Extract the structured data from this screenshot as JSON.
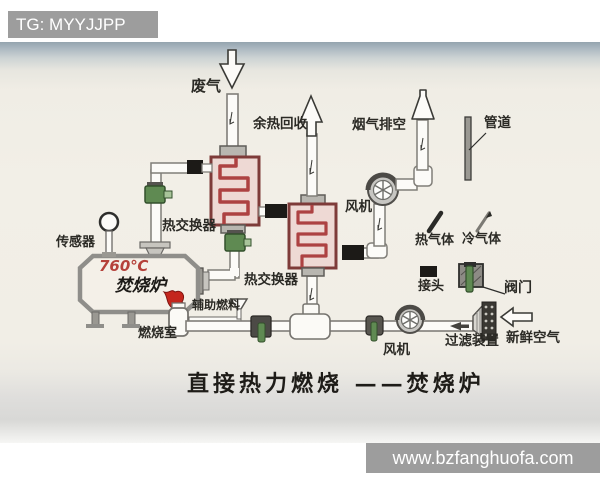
{
  "watermarks": {
    "top": "TG: MYYJJPP",
    "bottom": "www.bzfanghuofa.com"
  },
  "caption": "直接热力燃烧 ——焚烧炉",
  "labels": {
    "waste_gas": "废气",
    "heat_recovery": "余热回收",
    "flue_exhaust": "烟气排空",
    "pipe": "管道",
    "sensor": "传感器",
    "heat_exchanger_1": "热交换器",
    "heat_exchanger_2": "热交换器",
    "fan_top": "风机",
    "fan_bottom": "风机",
    "hot_gas": "热气体",
    "cold_gas": "冷气体",
    "joint": "接头",
    "valve": "阀门",
    "temperature": "760℃",
    "incinerator": "焚烧炉",
    "combustion_chamber": "燃烧室",
    "auxiliary_fuel": "辅助燃料",
    "filter_device": "过滤装置",
    "fresh_air": "新鲜空气"
  },
  "colors": {
    "banner_gray": "#9d9d9d",
    "exchanger_border": "#7e3b39",
    "exchanger_fill": "#eed9d4",
    "coil_red": "#ad4242",
    "valve_green": "#5f8a52",
    "flame_red": "#c4261d",
    "temperature_red": "#b5413a",
    "pipe_fill": "#fcfbf8",
    "pipe_stroke": "#807e78"
  }
}
